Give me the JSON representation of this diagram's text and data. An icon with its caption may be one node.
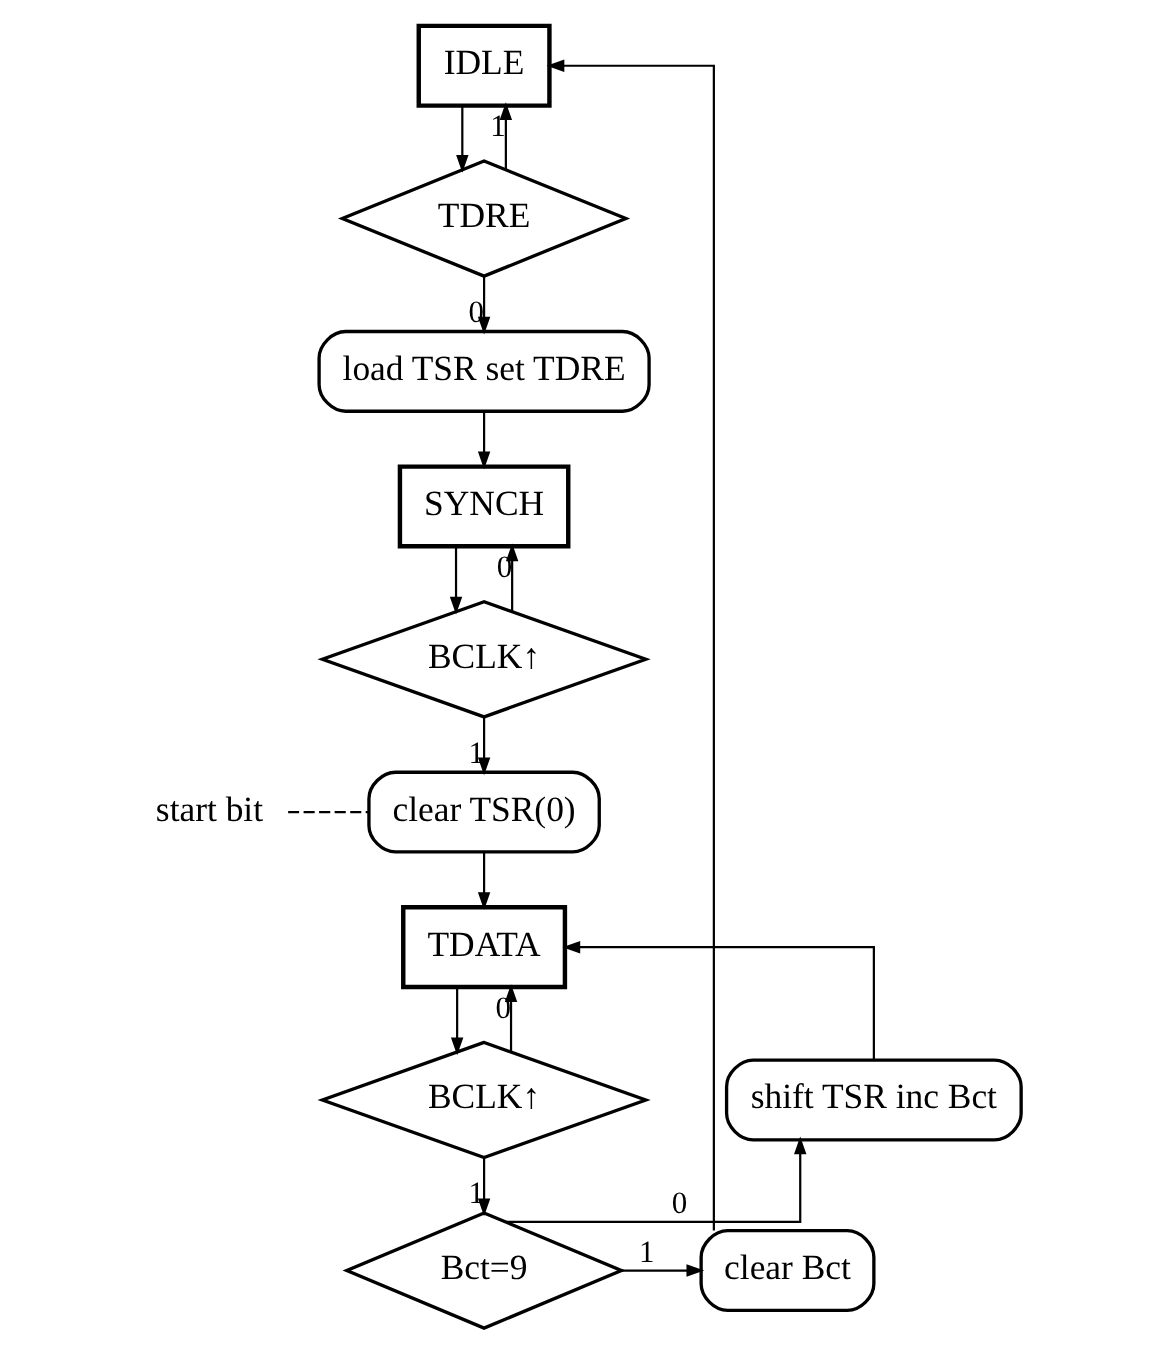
{
  "diagram": {
    "nodes": [
      {
        "text": [
          "IDLE"
        ]
      },
      {
        "text": [
          "TDRE"
        ]
      },
      {
        "text": [
          "load TSR set TDRE"
        ]
      },
      {
        "text": [
          "SYNCH"
        ]
      },
      {
        "text": [
          "BCLK↑"
        ]
      },
      {
        "text": [
          "start bit"
        ]
      },
      {
        "text": [
          "clear TSR(0)"
        ]
      },
      {
        "text": [
          "TDATA"
        ]
      },
      {
        "text": [
          "BCLK↑"
        ]
      },
      {
        "text": [
          "shift TSR inc Bct"
        ]
      },
      {
        "text": [
          "Bct=9"
        ]
      },
      {
        "text": [
          "clear Bct"
        ]
      }
    ],
    "edges": [
      {
        "from": 0,
        "to": 1,
        "arrow": "to"
      },
      {
        "from": 1,
        "to": 0,
        "label": "1",
        "arrow": "to"
      },
      {
        "from": 1,
        "to": 2,
        "label": "0",
        "arrow": "to"
      },
      {
        "from": 2,
        "to": 3,
        "arrow": "to"
      },
      {
        "from": 3,
        "to": 4,
        "arrow": "to"
      },
      {
        "from": 4,
        "to": 3,
        "label": "0",
        "arrow": "to"
      },
      {
        "from": 4,
        "to": 6,
        "label": "1",
        "arrow": "to"
      },
      {
        "from": 5,
        "to": 6,
        "arrow": "none",
        "style": "dashed"
      },
      {
        "from": 6,
        "to": 7,
        "arrow": "to"
      },
      {
        "from": 7,
        "to": 8,
        "arrow": "to"
      },
      {
        "from": 8,
        "to": 7,
        "label": "0",
        "arrow": "to"
      },
      {
        "from": 8,
        "to": 10,
        "label": "1",
        "arrow": "to"
      },
      {
        "from": 10,
        "to": 9,
        "label": "0",
        "arrow": "to"
      },
      {
        "from": 9,
        "to": 7,
        "arrow": "to"
      },
      {
        "from": 10,
        "to": 11,
        "label": "1",
        "arrow": "to"
      },
      {
        "from": 11,
        "to": 0,
        "arrow": "to"
      }
    ]
  }
}
